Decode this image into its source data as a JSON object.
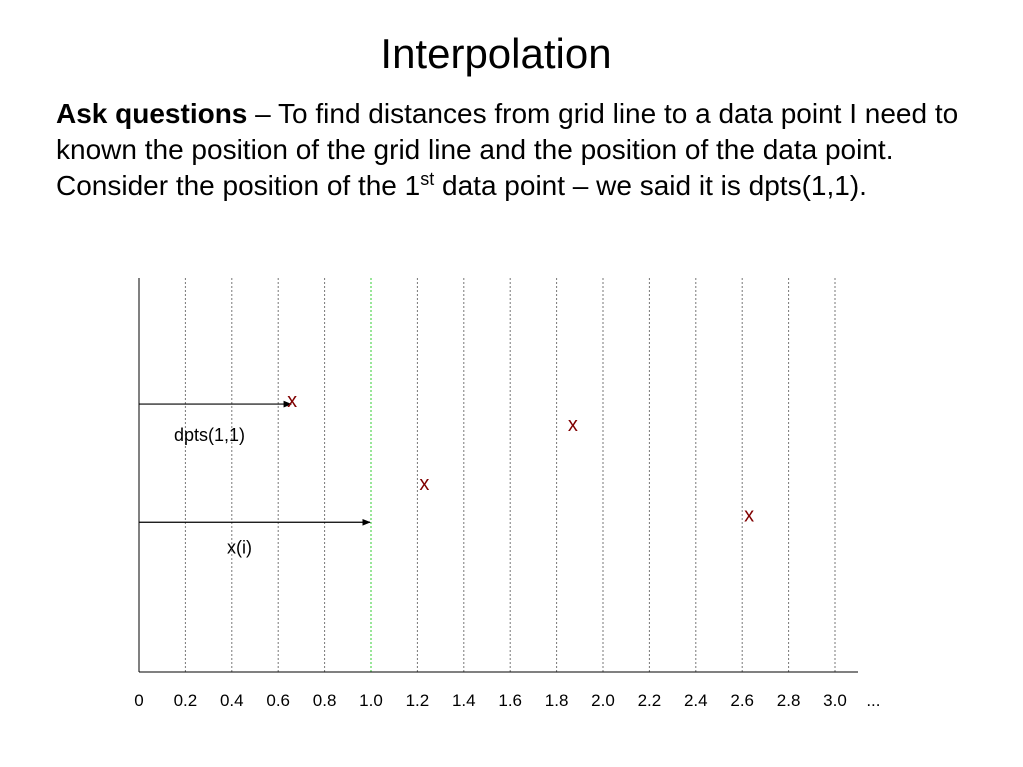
{
  "slide": {
    "title": "Interpolation",
    "body": {
      "lead_bold": "Ask questions",
      "text_part1": " – To find distances from grid line to a data point I need to known the position of the grid line and the position of the data point.  Consider the position of the 1",
      "superscript": "st",
      "text_part2": " data point – we said it is dpts(1,1)."
    }
  },
  "diagram": {
    "grid_positions": [
      "0",
      "0.2",
      "0.4",
      "0.6",
      "0.8",
      "1.0",
      "1.2",
      "1.4",
      "1.6",
      "1.8",
      "2.0",
      "2.2",
      "2.4",
      "2.6",
      "2.8",
      "3.0"
    ],
    "axis_labels": [
      "0",
      "0.2",
      "0.4",
      "0.6",
      "0.8",
      "1.0",
      "1.2",
      "1.4",
      "1.6",
      "1.8",
      "2.0",
      "2.2",
      "2.4",
      "2.6",
      "2.8",
      "3.0",
      "..."
    ],
    "highlighted_grid_line": "1.0",
    "data_marker": "x",
    "data_points": [
      {
        "x": 0.66,
        "level": 0.69
      },
      {
        "x": 1.87,
        "level": 0.63
      },
      {
        "x": 1.23,
        "level": 0.48
      },
      {
        "x": 2.63,
        "level": 0.4
      }
    ],
    "arrows": [
      {
        "label": "dpts(1,1)",
        "from": 0,
        "to": 0.66,
        "level": 0.68
      },
      {
        "label": "x(i)",
        "from": 0,
        "to": 1.0,
        "level": 0.38
      }
    ],
    "colors": {
      "grid_line": "#777777",
      "highlight_line": "#33cc33",
      "marker": "#800000",
      "axis": "#000000",
      "arrow": "#000000"
    }
  }
}
